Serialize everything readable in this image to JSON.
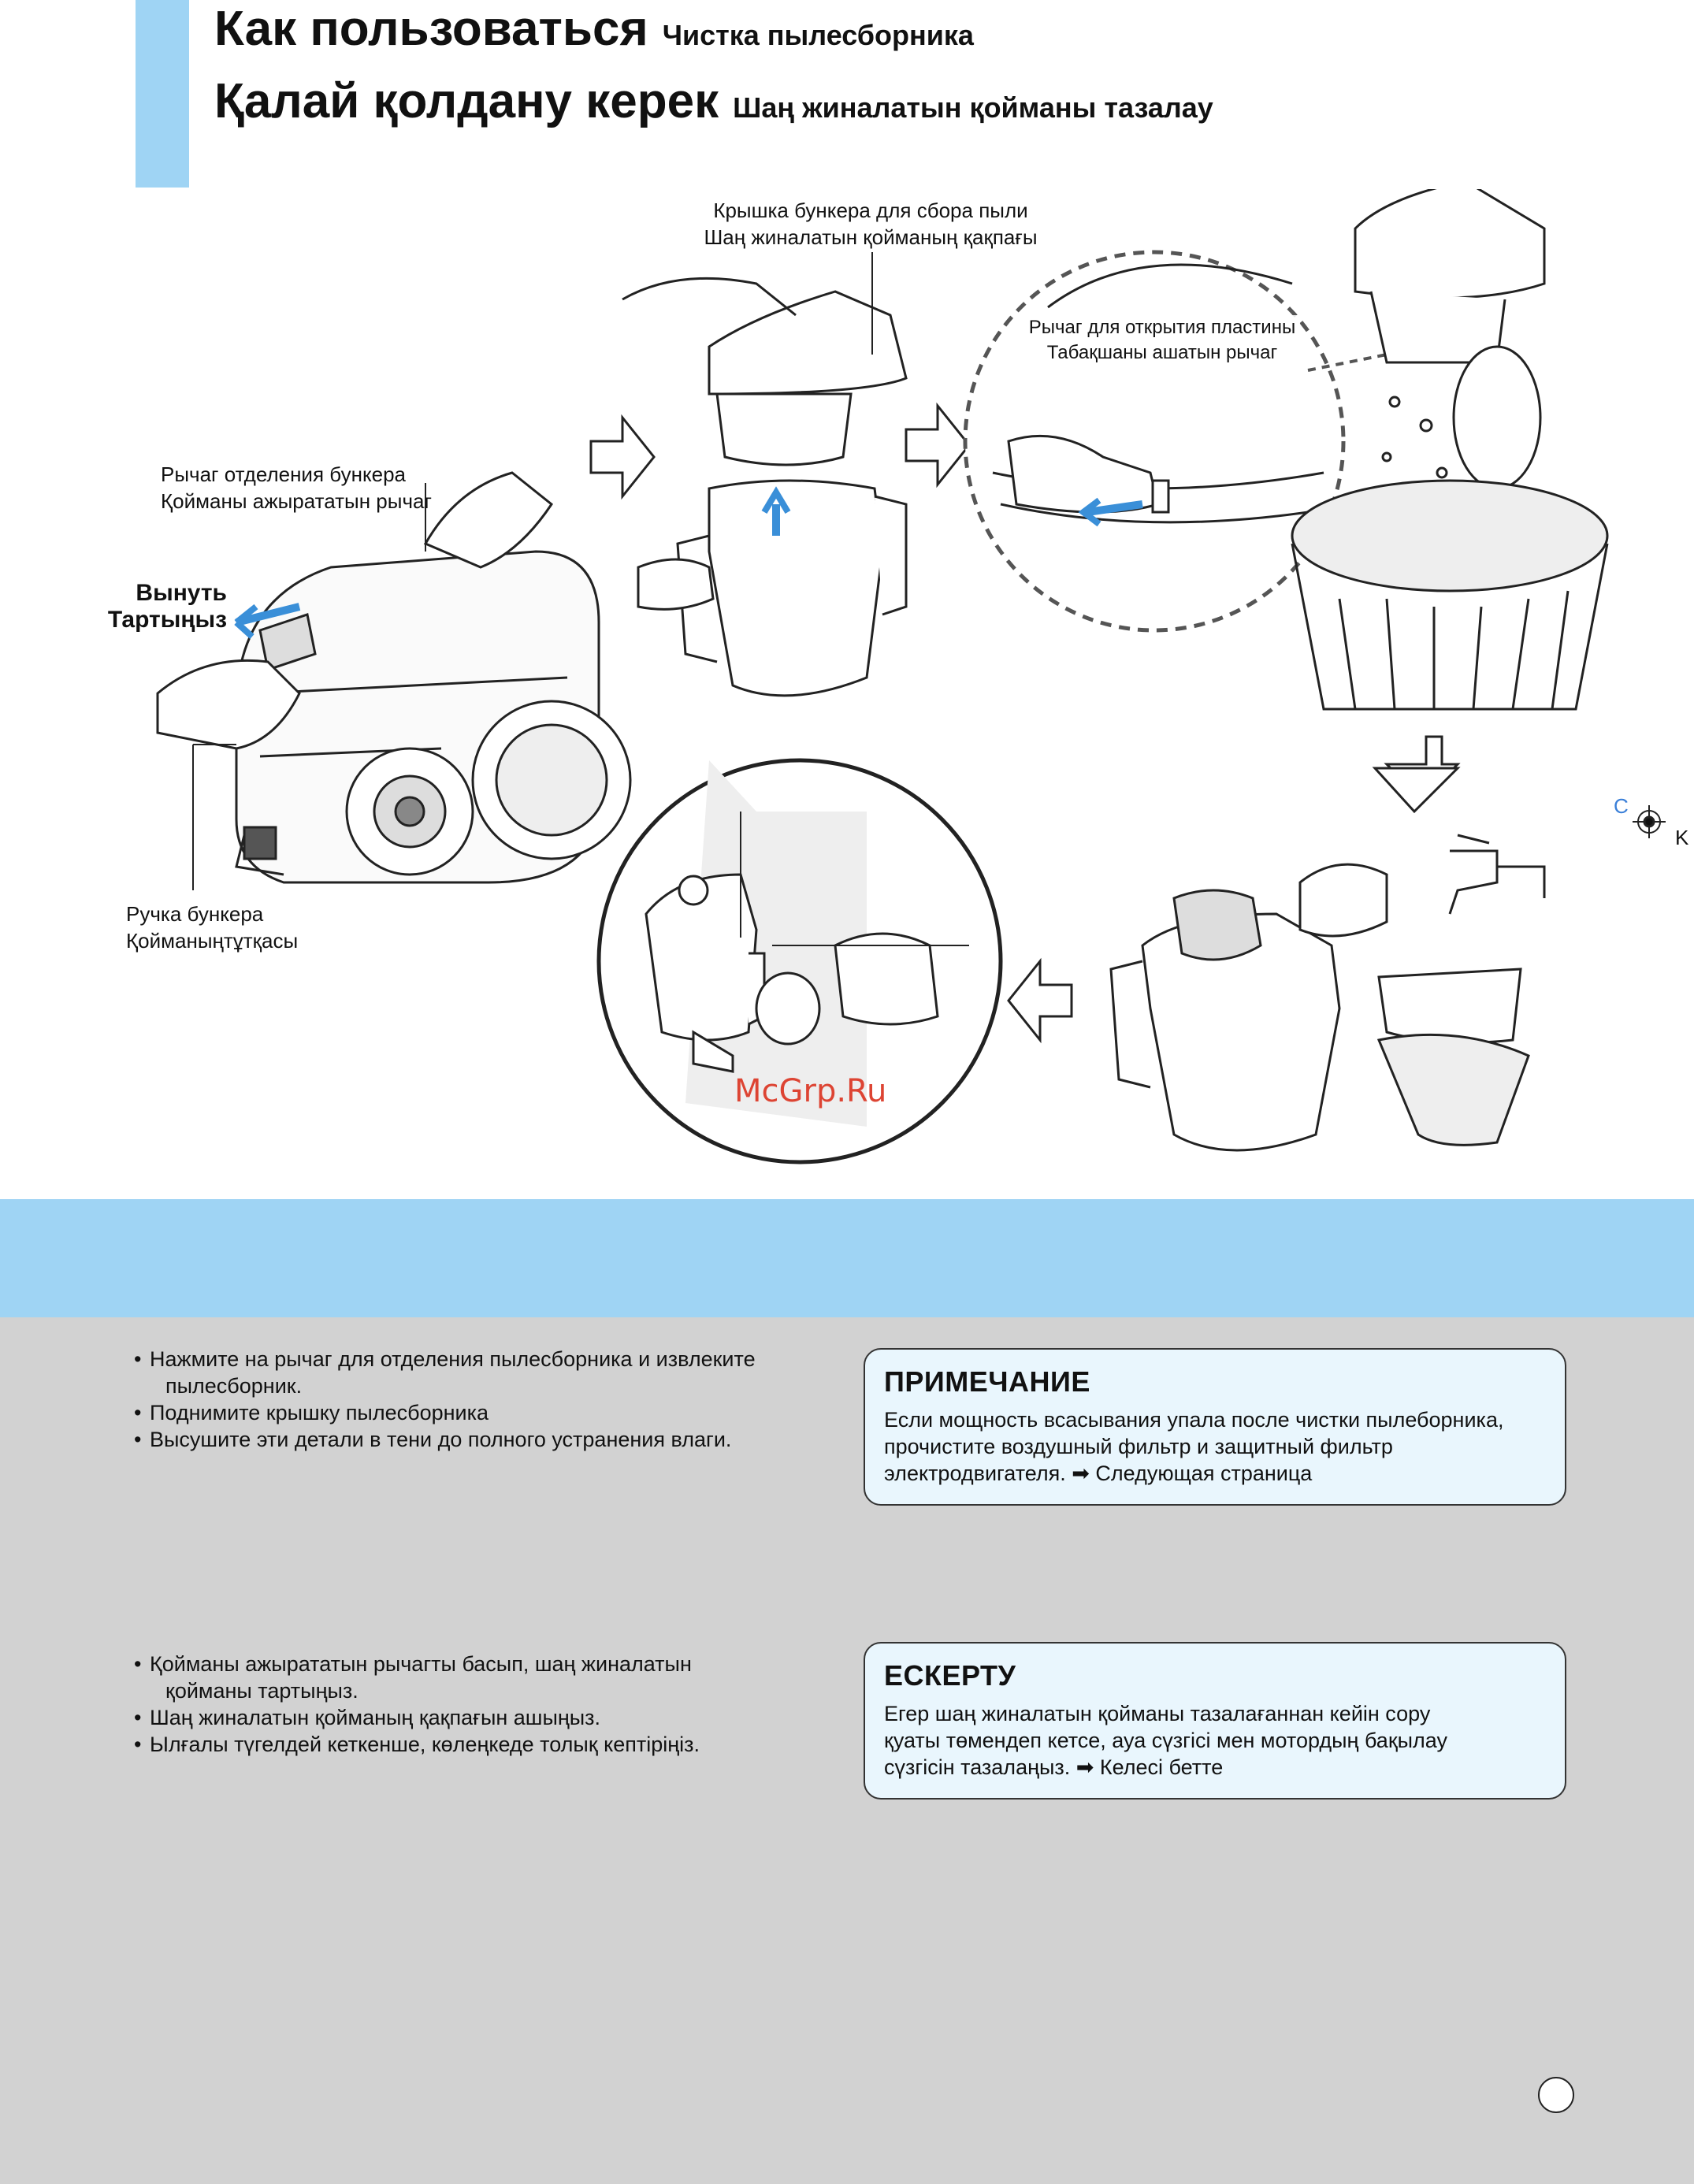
{
  "header": {
    "line1_big": "Как пользоваться",
    "line1_small": "Чистка пылесборника",
    "line2_big": "Қалай қолдану керек",
    "line2_small": "Шаң жиналатын қойманы тазалау"
  },
  "captions": {
    "release_lever_ru": "Рычаг отделения бункера",
    "release_lever_kz": "Қойманы ажырататын рычаг",
    "pull_out_ru": "Вынуть",
    "pull_out_kz": "Тартыңыз",
    "handle_ru": "Ручка бункера",
    "handle_kz": "Қойманыңтұтқасы",
    "cover_ru": "Крышка бункера для сбора пыли",
    "cover_kz": "Шаң жиналатын қойманың қақпағы",
    "plate_lever_ru": "Рычаг для открытия пластины",
    "plate_lever_kz": "Табақшаны ашатын рычаг",
    "watermark": "McGrp.Ru"
  },
  "instructions_ru": {
    "item1": "Нажмите на рычаг для отделения пылесборника и извлеките",
    "item1_cont": "пылесборник.",
    "item2": "Поднимите крышку пылесборника",
    "item3": "Высушите эти детали в тени до полного устранения влаги."
  },
  "note_ru": {
    "title": "ПРИМЕЧАНИЕ",
    "line1": "Если мощность всасывания упала после чистки пылеборника,",
    "line2": "прочистите воздушный фильтр и защитный фильтр",
    "line3": "электродвигателя. ➡ Следующая страница"
  },
  "instructions_kz": {
    "item1": "Қойманы ажырататын рычагты басып, шаң жиналатын",
    "item1_cont": "қойманы тартыңыз.",
    "item2": "Шаң жиналатын қойманың қақпағын ашыңыз.",
    "item3": "Ылғалы түгелдей кеткенше, көлеңкеде толық кептіріңіз."
  },
  "note_kz": {
    "title": "ЕСКЕРТУ",
    "line1": "Егер шаң жиналатын қойманы тазалағаннан кейін сору",
    "line2": "қуаты төмендеп кетсе, ауа сүзгісі мен мотордың бақылау",
    "line3": "сүзгісін тазалаңыз. ➡ Келесі бетте"
  },
  "registration_mark": {
    "c": "C",
    "k": "K"
  }
}
